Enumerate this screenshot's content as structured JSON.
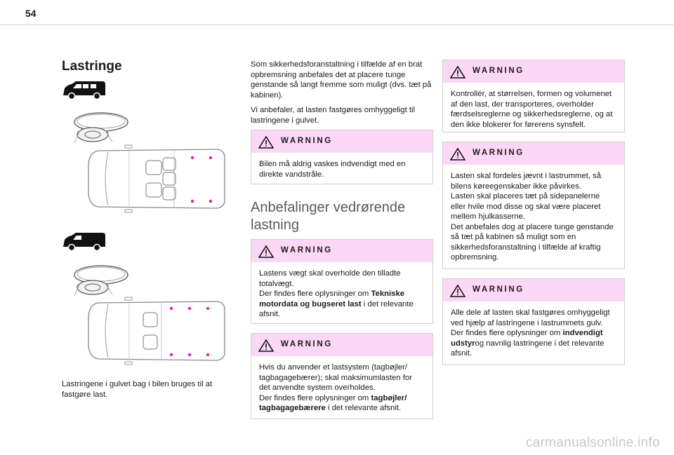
{
  "page_number": "54",
  "section_title": "Lastringe",
  "left_caption": "Lastringene i gulvet bag i bilen bruges til at fastgøre last.",
  "mid_intro": "Som sikkerhedsforanstaltning i tilfælde af en brat opbremsning anbefales det at placere tunge genstande så langt fremme som muligt (dvs. tæt på kabinen).",
  "mid_intro2": "Vi anbefaler, at lasten fastgøres omhyggeligt til lastringene i gulvet.",
  "warning_label": "WARNING",
  "warn1": "Bilen må aldrig vaskes indvendigt med en direkte vandstråle.",
  "subsection_title": "Anbefalinger vedrørende lastning",
  "warn2_a": "Lastens vægt skal overholde den tilladte totalvægt.",
  "warn2_b_pre": "Der findes flere oplysninger om ",
  "warn2_b_bold": "Tekniske motordata og bugseret last",
  "warn2_b_post": " i det relevante afsnit.",
  "warn3_a": "Hvis du anvender et lastsystem (tagbøjler/ tagbagagebærer); skal maksimumlasten for det anvendte system overholdes.",
  "warn3_b_pre": "Der findes flere oplysninger om ",
  "warn3_b_bold": "tagbøjler/ tagbagagebærere",
  "warn3_b_post": " i det relevante afsnit.",
  "warn4": "Kontrollér, at størrelsen, formen og volumenet af den last, der transporteres, overholder færdselsreglerne og sikkerhedsreglerne, og at den ikke blokerer for førerens synsfelt.",
  "warn5_a": "Lasten skal fordeles jævnt i lastrummet, så bilens køreegenskaber ikke påvirkes.",
  "warn5_b": "Lasten skal placeres tæt på sidepanelerne eller hvile mod disse og skal være placeret mellem hjulkasserne.",
  "warn5_c": "Det anbefales dog at placere tunge genstande så tæt på kabinen så muligt som en sikkerhedsforanstaltning i tilfælde af kraftig opbremsning.",
  "warn6_a": "Alle dele af lasten skal fastgøres omhyggeligt ved hjælp af lastringene i lastrummets gulv.",
  "warn6_b_pre": "Der findes flere oplysninger om ",
  "warn6_b_bold": "indvendigt udstyr",
  "warn6_b_post": "og navnlig lastringene i det relevante afsnit.",
  "watermark": "carmanualsonline.info",
  "colors": {
    "warning_header": "#fcd8f6",
    "ring_marker": "#e61fb4"
  }
}
